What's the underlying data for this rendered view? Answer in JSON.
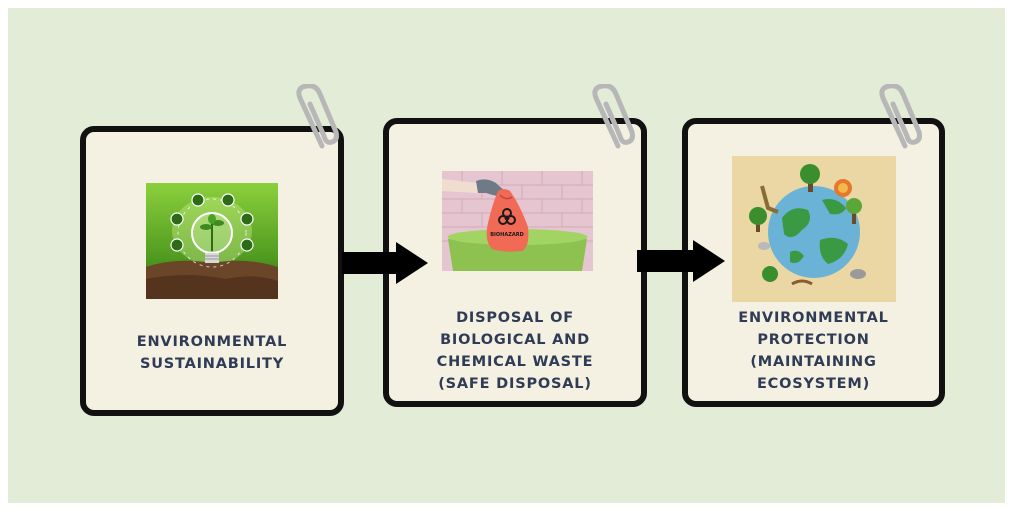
{
  "steps": [
    {
      "label": "ENVIRONMENTAL\nSUSTAINABILITY",
      "image": "light-bulb-plant-icon"
    },
    {
      "label": "DISPOSAL OF\nBIOLOGICAL AND\nCHEMICAL WASTE\n(SAFE DISPOSAL)",
      "image": "biohazard-bag-icon",
      "bag_text": "BIOHAZARD"
    },
    {
      "label": "ENVIRONMENTAL\nPROTECTION\n(MAINTAINING\nECOSYSTEM)",
      "image": "earth-ecosystem-icon"
    }
  ],
  "colors": {
    "background": "#e2ecd6",
    "card": "#f4f1e2",
    "border": "#111111",
    "text": "#303b55",
    "arrow": "#000000"
  }
}
